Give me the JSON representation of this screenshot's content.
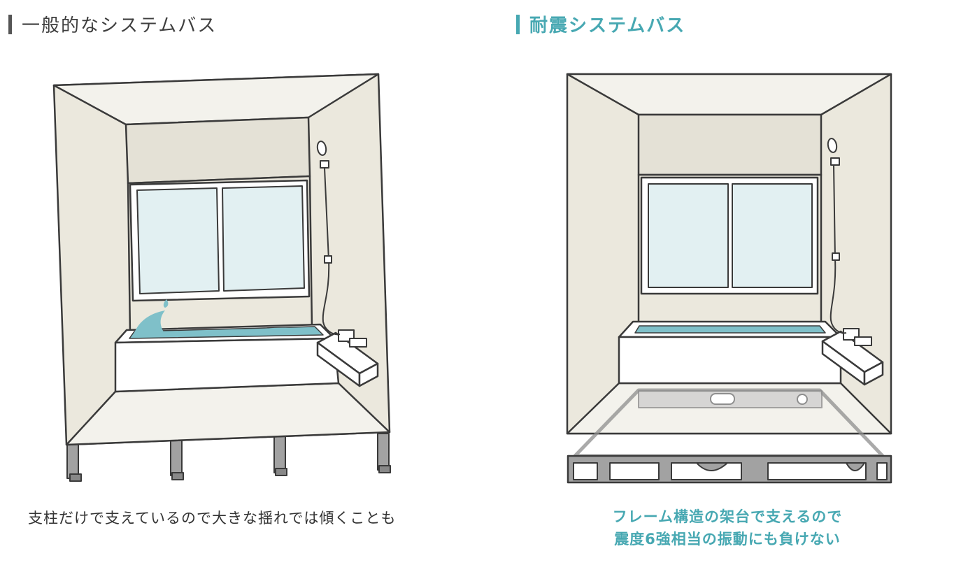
{
  "colors": {
    "outline": "#3a3a3a",
    "wall": "#ebe8dd",
    "wall_light": "#f3f2ec",
    "back_wall_top": "#e4e1d6",
    "glass": "#e2f0f2",
    "water": "#7fc0c9",
    "accent": "#47a8b2",
    "leg": "#a2a2a2",
    "frame_gray": "#9a9a9a"
  },
  "left_panel": {
    "heading": "一般的なシステムバス",
    "caption": "支柱だけで支えているので大きな揺れでは傾くことも"
  },
  "right_panel": {
    "heading": "耐震システムバス",
    "caption_line1": "フレーム構造の架台で支えるので",
    "caption_line2": "震度6強相当の振動にも負けない"
  }
}
